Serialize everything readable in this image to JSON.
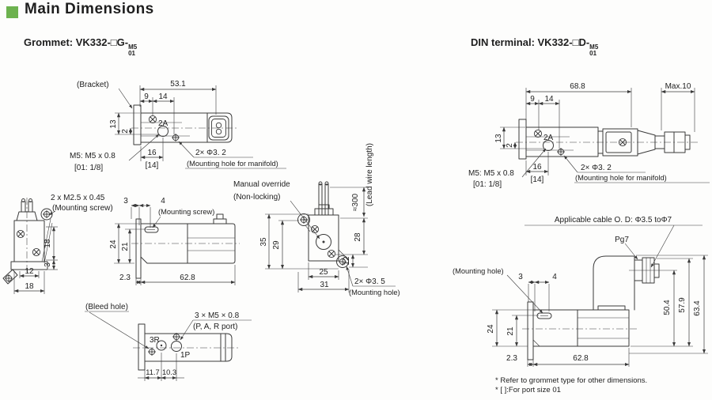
{
  "header": {
    "title": "Main Dimensions",
    "accent_color": "#6db24f"
  },
  "grommet": {
    "heading": {
      "label": "Grommet: VK332-□G-",
      "size_top": "M5",
      "size_bottom": "01"
    },
    "top_view": {
      "bracket_label": "(Bracket)",
      "dim_total": "53.1",
      "dim_9": "9",
      "dim_14": "14",
      "dim_13": "13",
      "dim_2": "2",
      "port_label": "2A",
      "dim_16": "16",
      "dim_14_alt": "[14]",
      "thread_label": "M5: M5 x 0.8",
      "thread_alt": "[01: 1/8]",
      "hole_label": "2× Φ3. 2",
      "hole_note": "(Mounting hole for manifold)"
    },
    "front_view": {
      "screw_label": "2 x M2.5 x 0.45",
      "screw_note": "(Mounting screw)",
      "dim_18_side": "18",
      "dim_3": "3",
      "dim_12": "12",
      "dim_18_bottom": "18"
    },
    "side_view": {
      "dim_3": "3",
      "dim_4": "4",
      "screw_note": "(Mounting screw)",
      "dim_24": "24",
      "dim_21": "21",
      "dim_2_3": "2.3",
      "dim_62_8": "62.8"
    },
    "override_view": {
      "override_label": "Manual override",
      "override_note": "(Non-locking)",
      "lead_dim": "≈300",
      "lead_note": "(Lead wire length)",
      "dim_35": "35",
      "dim_29": "29",
      "dim_28": "28",
      "dim_12": "12",
      "dim_25": "25",
      "dim_31": "31",
      "hole_label": "2× Φ3. 5",
      "hole_note": "(Mounting hole)"
    },
    "bottom_view": {
      "bleed_note": "(Bleed hole)",
      "port_label": "3 × M5 × 0.8",
      "port_note": "(P, A, R port)",
      "port_3r": "3R",
      "port_1p": "1P",
      "dim_11_7": "11.7",
      "dim_10_3": "10.3"
    }
  },
  "din": {
    "heading": {
      "label": "DIN terminal: VK332-□D-",
      "size_top": "M5",
      "size_bottom": "01"
    },
    "top_view": {
      "dim_total": "68.8",
      "dim_max": "Max.10",
      "dim_9": "9",
      "dim_14": "14",
      "dim_13": "13",
      "dim_2": "2",
      "port_label": "2A",
      "dim_16": "16",
      "dim_14_alt": "[14]",
      "thread_label": "M5: M5 x 0.8",
      "thread_alt": "[01: 1/8]",
      "hole_label": "2× Φ3. 2",
      "hole_note": "(Mounting hole for manifold)"
    },
    "side_view": {
      "cable_label": "Applicable cable O. D: Φ3.5 toΦ7",
      "gland_label": "Pg7",
      "mount_note": "(Mounting hole)",
      "dim_3": "3",
      "dim_4": "4",
      "dim_24": "24",
      "dim_21": "21",
      "dim_2_3": "2.3",
      "dim_62_8": "62.8",
      "dim_50_4": "50.4",
      "dim_57_9": "57.9",
      "dim_63_4": "63.4"
    }
  },
  "footnotes": {
    "line1": "* Refer to grommet type for other dimensions.",
    "line2": "* [ ]:For port size 01"
  }
}
